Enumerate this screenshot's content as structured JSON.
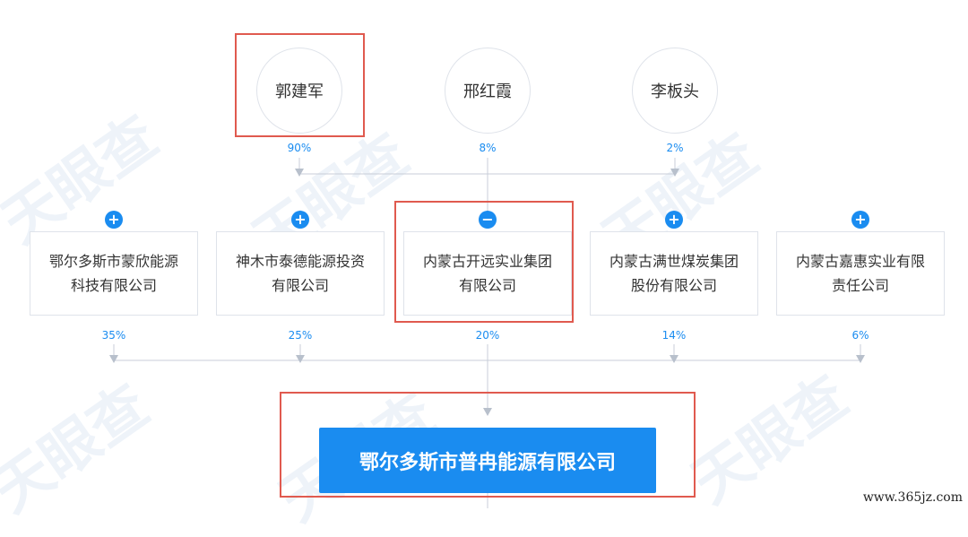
{
  "shareholders": [
    {
      "name": "郭建军",
      "pct": "90%"
    },
    {
      "name": "邢红霞",
      "pct": "8%"
    },
    {
      "name": "李板头",
      "pct": "2%"
    }
  ],
  "companies": [
    {
      "line1": "鄂尔多斯市蒙欣能源",
      "line2": "科技有限公司",
      "pct": "35%",
      "toggle": "+"
    },
    {
      "line1": "神木市泰德能源投资",
      "line2": "有限公司",
      "pct": "25%",
      "toggle": "+"
    },
    {
      "line1": "内蒙古开远实业集团",
      "line2": "有限公司",
      "pct": "20%",
      "toggle": "−"
    },
    {
      "line1": "内蒙古满世煤炭集团",
      "line2": "股份有限公司",
      "pct": "14%",
      "toggle": "+"
    },
    {
      "line1": "内蒙古嘉惠实业有限",
      "line2": "责任公司",
      "pct": "6%",
      "toggle": "+"
    }
  ],
  "target": {
    "name": "鄂尔多斯市普冉能源有限公司"
  },
  "watermark": {
    "text": "天眼查"
  },
  "site_label": "www.365jz.com",
  "colors": {
    "accent": "#1a8cf0",
    "highlight": "#e05a4f",
    "line": "#c8ced8"
  }
}
